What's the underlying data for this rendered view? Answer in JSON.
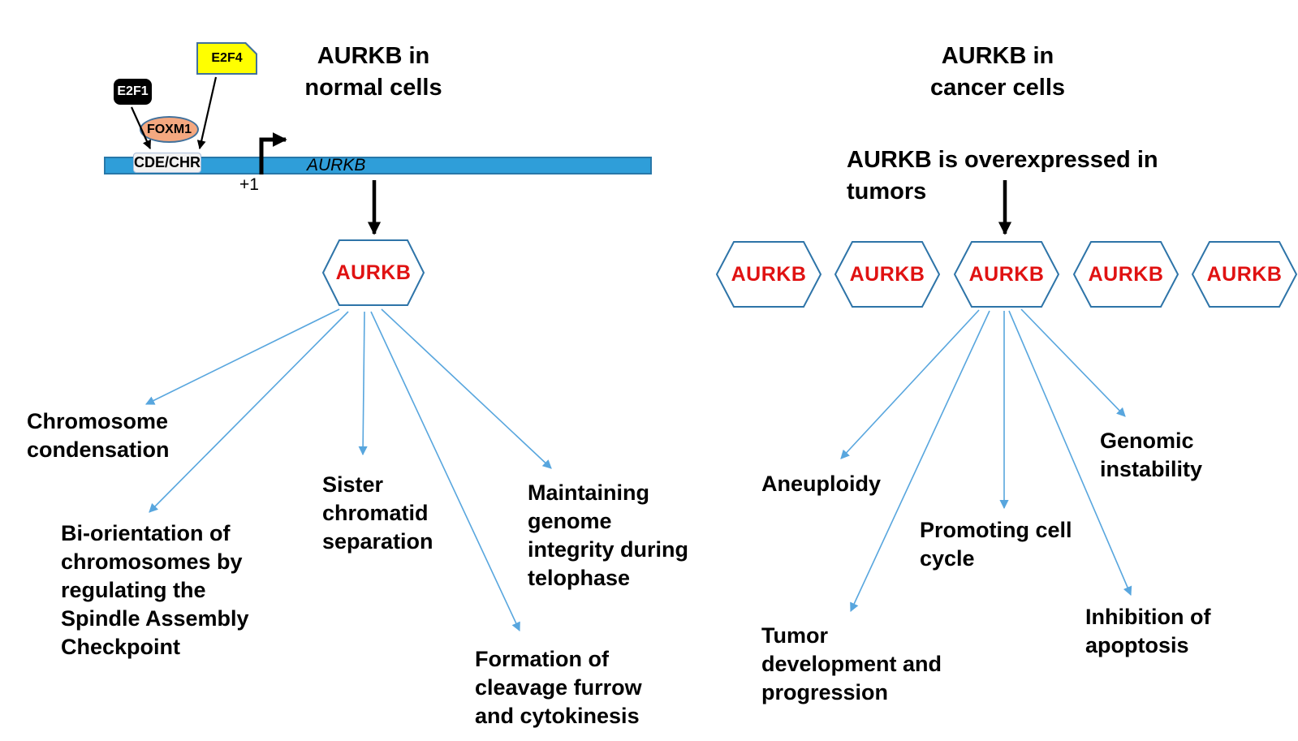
{
  "left": {
    "title": "AURKB in\nnormal cells",
    "promoter": {
      "e2f1_label": "E2F1",
      "e2f4_label": "E2F4",
      "foxm1_label": "FOXM1",
      "cde_chr_label": "CDE/CHR",
      "tss_label": "+1",
      "gene_label": "AURKB"
    },
    "hexagon_label": "AURKB",
    "functions": [
      {
        "label": "Chromosome\ncondensation"
      },
      {
        "label": "Bi-orientation of\nchromosomes by\nregulating the\nSpindle Assembly\nCheckpoint"
      },
      {
        "label": "Sister\nchromatid\nseparation"
      },
      {
        "label": "Maintaining\ngenome\nintegrity during\ntelophase"
      },
      {
        "label": "Formation of\ncleavage furrow\nand cytokinesis"
      }
    ]
  },
  "right": {
    "title": "AURKB in\ncancer cells",
    "subtitle": "AURKB is overexpressed in\ntumors",
    "hexagons": [
      "AURKB",
      "AURKB",
      "AURKB",
      "AURKB",
      "AURKB"
    ],
    "effects": [
      {
        "label": "Aneuploidy"
      },
      {
        "label": "Promoting cell\ncycle"
      },
      {
        "label": "Genomic\ninstability"
      },
      {
        "label": "Tumor\ndevelopment and\nprogression"
      },
      {
        "label": "Inhibition of\napoptosis"
      }
    ]
  },
  "colors": {
    "bar-fill": "#2F9ED9",
    "bar-border": "#2878A9",
    "hex-border": "#2E74A8",
    "gene-red": "#E01212",
    "arrow-blue": "#58A6DE",
    "shape-border-blue": "#41719C",
    "e2f4-yellow": "#FFFF00",
    "foxm1-orange": "#F4A880",
    "cde-fill": "#F2F2F2",
    "cde-border": "#A9BDD9"
  }
}
